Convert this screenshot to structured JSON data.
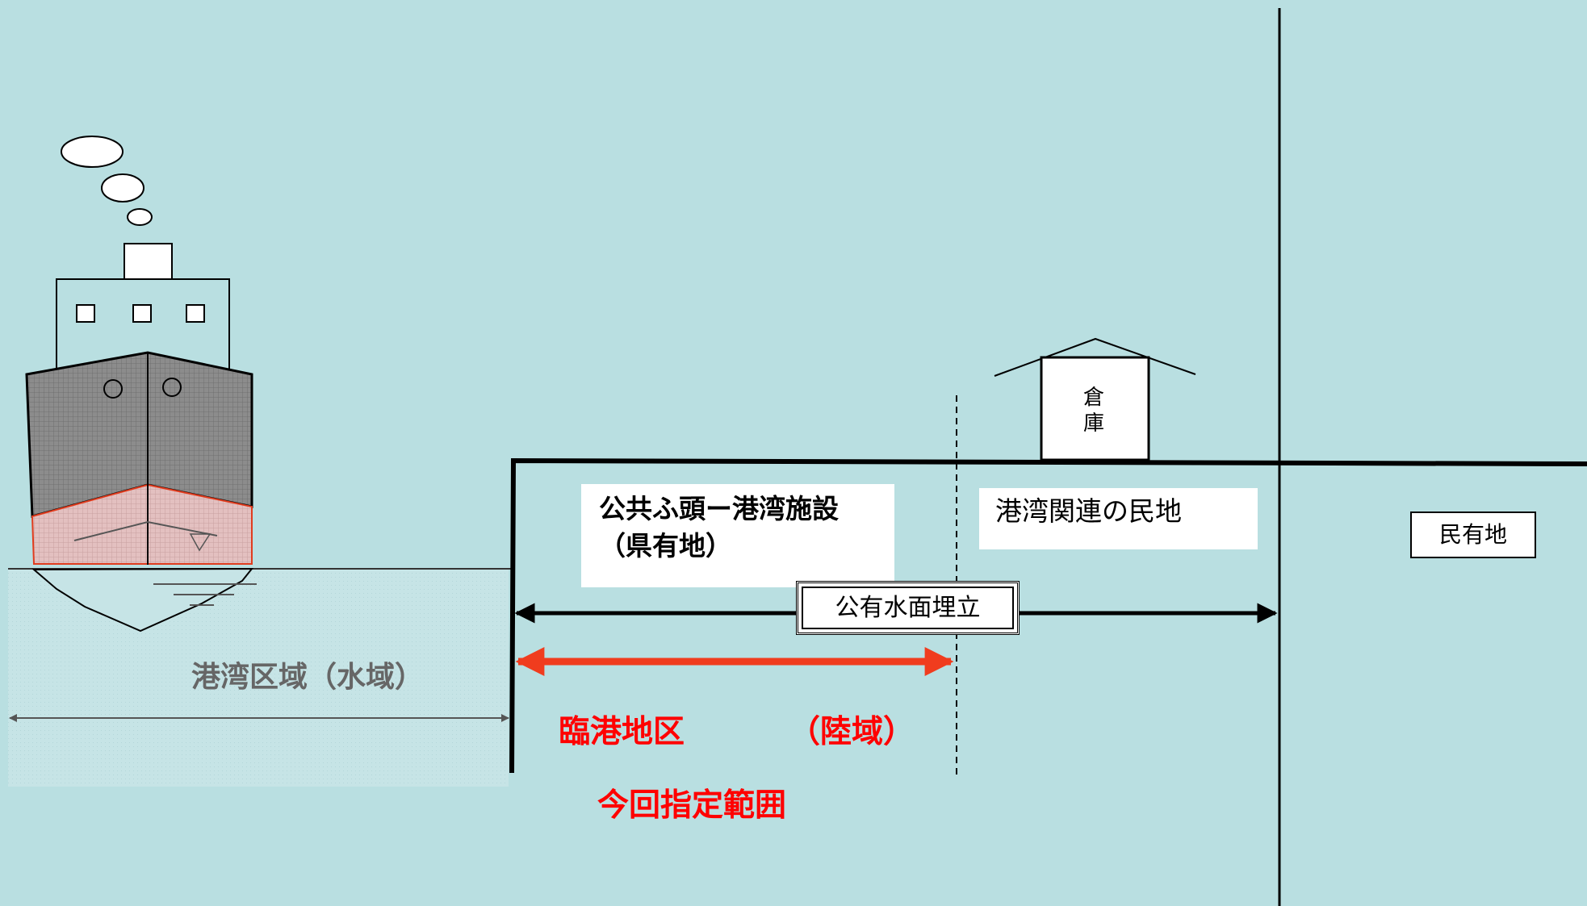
{
  "labels": {
    "public_wharf_line1": "公共ふ頭ー港湾施設",
    "public_wharf_line2": "（県有地）",
    "port_related_private_land": "港湾関連の民地",
    "private_land": "民有地",
    "public_water_reclamation": "公有水面埋立",
    "warehouse_line1": "倉",
    "warehouse_line2": "庫",
    "port_area_water": "港湾区域（水域）",
    "rinkou_district": "臨港地区",
    "land_area": "（陸域）",
    "current_designated_range": "今回指定範囲"
  },
  "colors": {
    "background": "#b9dfe1",
    "water_area": "#c8e6e8",
    "highlight_red": "#ff0000",
    "arrow_red": "#f03c1e",
    "port_area_text": "#666666",
    "ship_hull": "#8a8a8a",
    "ship_waterline_band": "#e8c3c3"
  }
}
